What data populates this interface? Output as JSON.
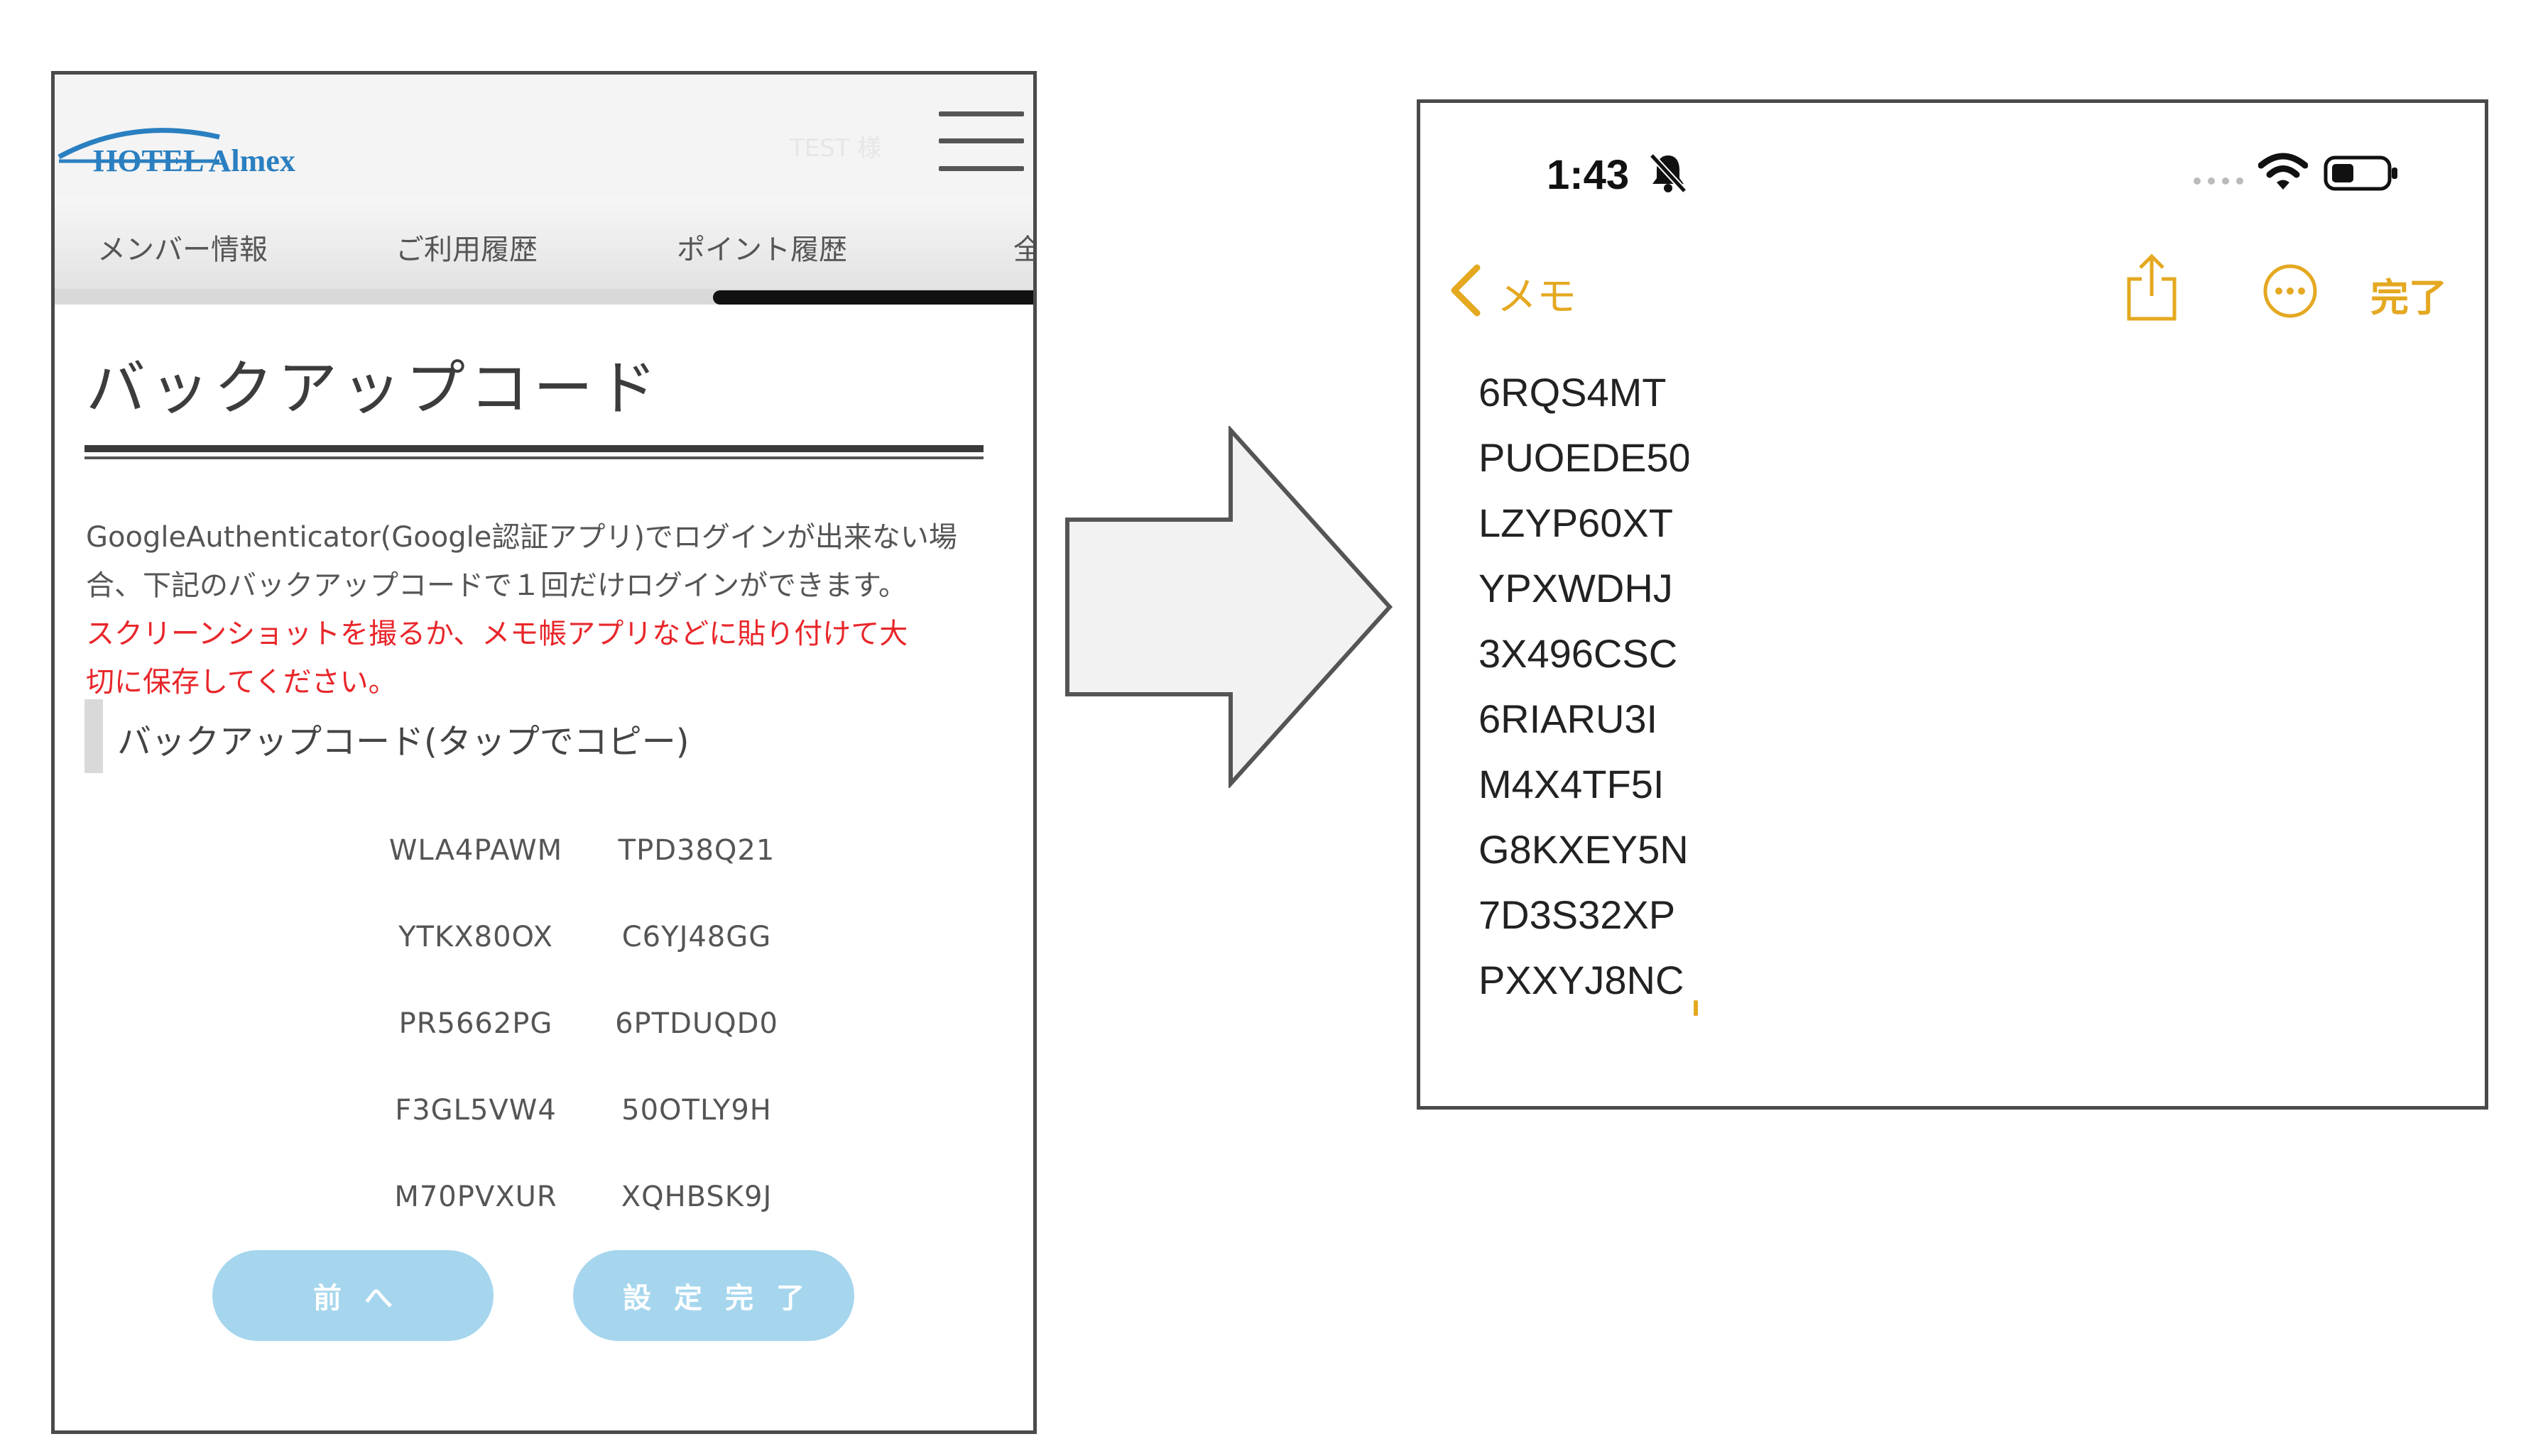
{
  "left": {
    "header": {
      "logo_text": "HOTEL Almex",
      "user_name": "TEST 様"
    },
    "nav_tabs": [
      "メンバー情報",
      "ご利用履歴",
      "ポイント履歴",
      "全"
    ],
    "page_title": "バックアップコード",
    "description_lines": [
      "GoogleAuthenticator(Google認証アプリ)でログインが出来ない場",
      "合、下記のバックアップコードで１回だけログインができます。",
      "スクリーンショットを撮るか、メモ帳アプリなどに貼り付けて大",
      "切に保存してください。"
    ],
    "subheading": "バックアップコード(タップでコピー)",
    "codes": [
      [
        "WLA4PAWM",
        "TPD38Q21"
      ],
      [
        "YTKX80OX",
        "C6YJ48GG"
      ],
      [
        "PR5662PG",
        "6PTDUQD0"
      ],
      [
        "F3GL5VW4",
        "50OTLY9H"
      ],
      [
        "M70PVXUR",
        "XQHBSK9J"
      ]
    ],
    "buttons": {
      "prev": "前へ",
      "done": "設定完了"
    },
    "colors": {
      "warning_text": "#e8262a",
      "button_bg": "#a6d6ee",
      "logo_blue": "#2a7fc0"
    }
  },
  "right": {
    "status_bar": {
      "time": "1:43"
    },
    "nav": {
      "back_label": "メモ",
      "done_label": "完了"
    },
    "note_lines": [
      "6RQS4MT",
      "PUOEDE50",
      "LZYP60XT",
      "YPXWDHJ",
      "3X496CSC",
      "6RIARU3I",
      "M4X4TF5I",
      "G8KXEY5N",
      "7D3S32XP",
      "PXXYJ8NC"
    ],
    "colors": {
      "accent": "#e4a821"
    }
  }
}
